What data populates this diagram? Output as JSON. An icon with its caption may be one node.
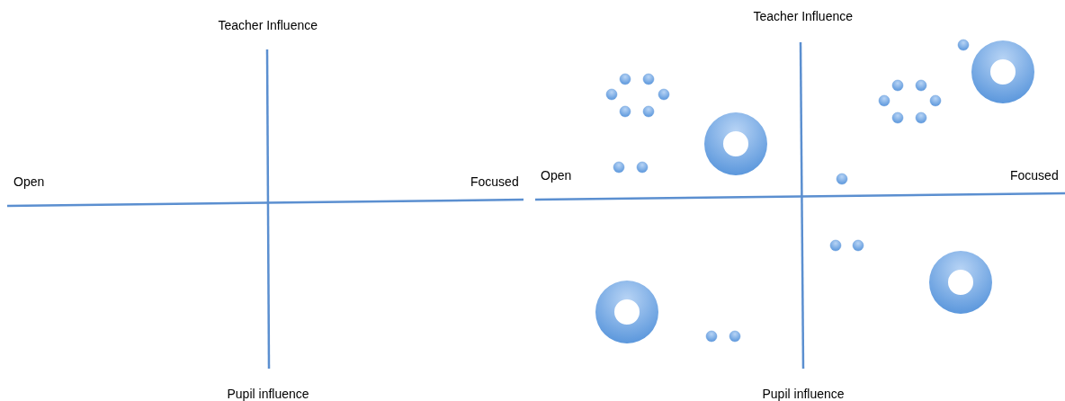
{
  "diagram": {
    "labels": [
      "Teacher Influence",
      "Open",
      "Focused",
      "Pupil influence",
      "Teacher Influence",
      "Open",
      "Focused",
      "Pupil influence"
    ]
  }
}
